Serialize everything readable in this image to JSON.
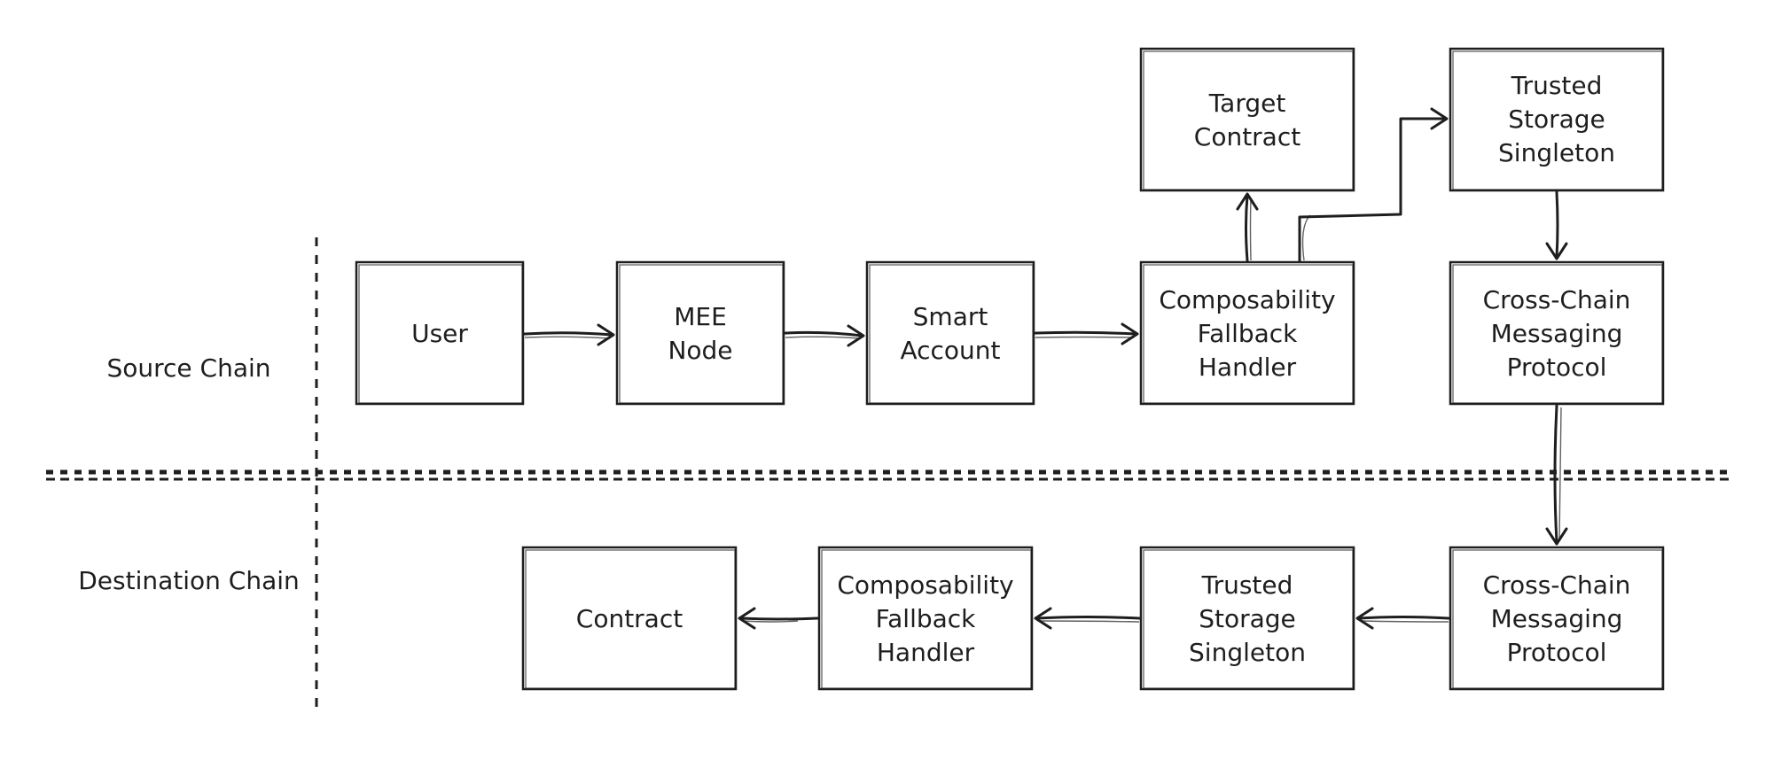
{
  "lanes": {
    "source": "Source Chain",
    "destination": "Destination Chain"
  },
  "nodes": {
    "user": [
      "User"
    ],
    "mee_node": [
      "MEE",
      "Node"
    ],
    "smart_account": [
      "Smart",
      "Account"
    ],
    "src_fallback": [
      "Composability",
      "Fallback",
      "Handler"
    ],
    "target_contract": [
      "Target",
      "Contract"
    ],
    "src_storage": [
      "Trusted",
      "Storage",
      "Singleton"
    ],
    "src_messaging": [
      "Cross-Chain",
      "Messaging",
      "Protocol"
    ],
    "dst_messaging": [
      "Cross-Chain",
      "Messaging",
      "Protocol"
    ],
    "dst_storage": [
      "Trusted",
      "Storage",
      "Singleton"
    ],
    "dst_fallback": [
      "Composability",
      "Fallback",
      "Handler"
    ],
    "contract": [
      "Contract"
    ]
  }
}
